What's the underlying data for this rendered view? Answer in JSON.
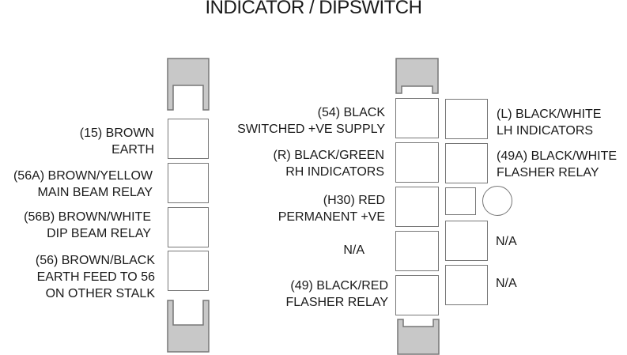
{
  "title": "INDICATOR / DIPSWITCH",
  "colors": {
    "cap_fill": "#c8c8c8",
    "outline": "#777777",
    "text": "#1a1a1a"
  },
  "left_connector": {
    "pins": [
      {
        "line1": "(15) BROWN",
        "line2": "EARTH"
      },
      {
        "line1": "(56A) BROWN/YELLOW",
        "line2": "MAIN BEAM RELAY"
      },
      {
        "line1": "(56B) BROWN/WHITE",
        "line2": "DIP BEAM RELAY"
      },
      {
        "line1": "(56) BROWN/BLACK",
        "line2": "EARTH FEED TO 56",
        "line3": "ON OTHER STALK"
      }
    ]
  },
  "right_connector": {
    "inner_column": [
      {
        "line1": "(54) BLACK",
        "line2": "SWITCHED +VE SUPPLY"
      },
      {
        "line1": "(R) BLACK/GREEN",
        "line2": "RH INDICATORS"
      },
      {
        "line1": "(H30) RED",
        "line2": "PERMANENT +VE"
      },
      {
        "line1": "N/A"
      },
      {
        "line1": "(49) BLACK/RED",
        "line2": "FLASHER RELAY"
      }
    ],
    "outer_column": [
      {
        "line1": "(L) BLACK/WHITE",
        "line2": "LH INDICATORS"
      },
      {
        "line1": "(49A) BLACK/WHITE",
        "line2": "FLASHER RELAY"
      },
      {
        "line1": "N/A"
      },
      {
        "line1": "N/A"
      }
    ]
  }
}
